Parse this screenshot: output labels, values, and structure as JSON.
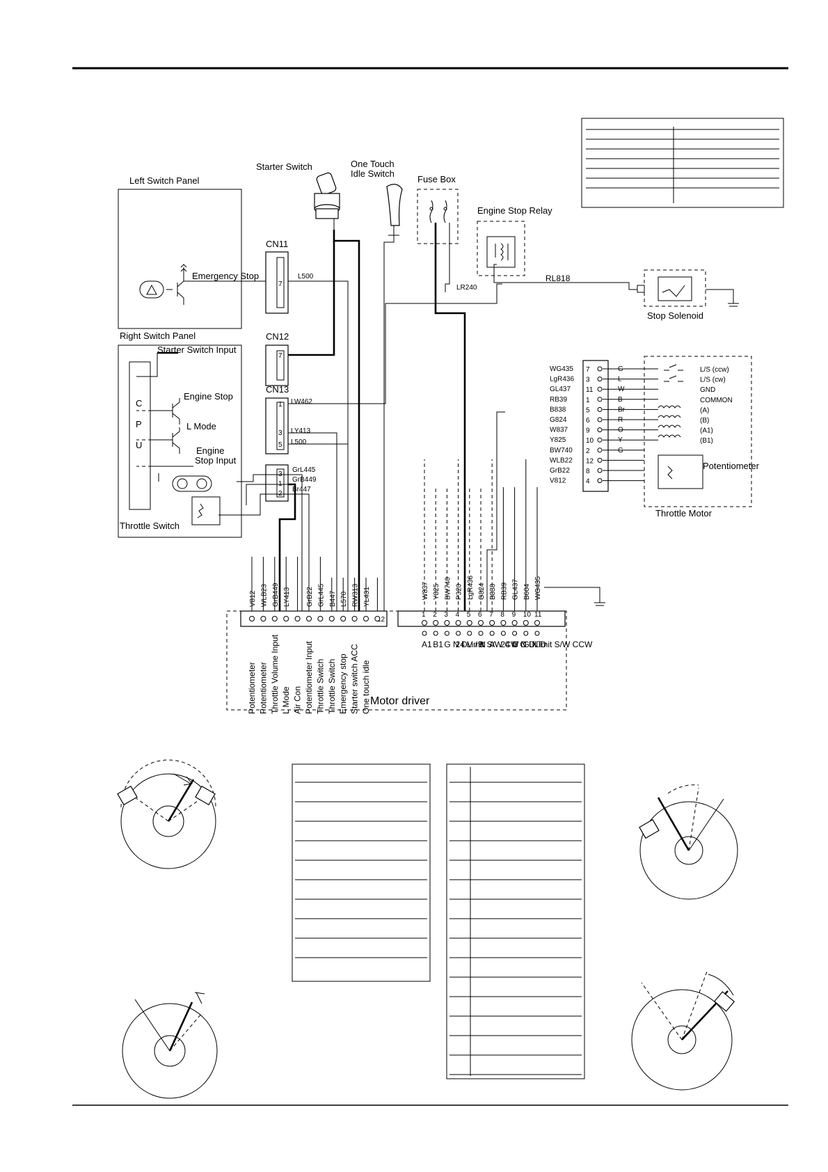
{
  "components": {
    "left_switch_panel": "Left Switch Panel",
    "right_switch_panel": "Right Switch Panel",
    "starter_switch": "Starter Switch",
    "one_touch_idle_switch": [
      "One Touch",
      "Idle Switch"
    ],
    "fuse_box": "Fuse Box",
    "engine_stop_relay": "Engine Stop Relay",
    "stop_solenoid": "Stop Solenoid",
    "throttle_motor": "Throttle Motor",
    "potentiometer": "Potentiometer",
    "throttle_switch": "Throttle Switch",
    "motor_driver": "Motor driver",
    "cpu": [
      "C",
      "P",
      "U"
    ]
  },
  "connectors": {
    "cn11": "CN11",
    "cn12": "CN12",
    "cn13": "CN13"
  },
  "signals": {
    "emergency_stop": "Emergency Stop",
    "starter_switch_input": "Starter Switch Input",
    "engine_stop": "Engine Stop",
    "l_mode": "L Mode",
    "engine_stop_input": [
      "Engine",
      "Stop Input"
    ]
  },
  "wires": {
    "l500": "L500",
    "lw462": "LW462",
    "ly413": "LY413",
    "l500b": "L500",
    "grl445": "GrL445",
    "grb449": "GrB449",
    "br447": "Br447",
    "lr240": "LR240",
    "rl818": "RL818"
  },
  "cn_pins": {
    "cn11": "7",
    "cn12": "7",
    "cn13_a": "1",
    "cn13_b": "3",
    "cn13_c": "5",
    "sw_a": "3",
    "sw_b": "1",
    "sw_c": "2"
  },
  "throttle_motor_connector": [
    {
      "wire": "WG435",
      "pin": "7",
      "color": "G",
      "desc": "L/S (ccw)"
    },
    {
      "wire": "LgR436",
      "pin": "3",
      "color": "L",
      "desc": "L/S (cw)"
    },
    {
      "wire": "GL437",
      "pin": "11",
      "color": "W",
      "desc": "GND"
    },
    {
      "wire": "RB39",
      "pin": "1",
      "color": "B",
      "desc": "COMMON"
    },
    {
      "wire": "B838",
      "pin": "5",
      "color": "Br",
      "desc": "(A)"
    },
    {
      "wire": "G824",
      "pin": "6",
      "color": "R",
      "desc": "(B)"
    },
    {
      "wire": "W837",
      "pin": "9",
      "color": "O",
      "desc": "(A1)"
    },
    {
      "wire": "Y825",
      "pin": "10",
      "color": "Y",
      "desc": "(B1)"
    },
    {
      "wire": "BW740",
      "pin": "2",
      "color": "G",
      "desc": ""
    },
    {
      "wire": "WLB22",
      "pin": "12",
      "color": "",
      "desc": ""
    },
    {
      "wire": "GrB22",
      "pin": "8",
      "color": "",
      "desc": ""
    },
    {
      "wire": "V812",
      "pin": "4",
      "color": "",
      "desc": ""
    }
  ],
  "driver_left": {
    "wires": [
      "V812",
      "WLB23",
      "GrB449",
      "LY413",
      "",
      "GrB22",
      "GrL445",
      "B447",
      "L570",
      "RW313",
      "YL431",
      ""
    ],
    "pin_end": "12",
    "labels": [
      "Potentiometer",
      "Potentiometer",
      "Throttle Volume Input",
      "L Mode",
      "Air Con",
      "Potentiometer Input",
      "Throttle Switch",
      "Throttle Switch",
      "Emergency stop",
      "Starter switch ACC",
      "One touch idle"
    ]
  },
  "driver_right": {
    "wires": [
      "W837",
      "Y825",
      "BW740",
      "P320",
      "LgR436",
      "G824",
      "B838",
      "RB39",
      "GL437",
      "B604",
      "WG435"
    ],
    "pins": [
      "1",
      "2",
      "3",
      "4",
      "5",
      "6",
      "7",
      "8",
      "9",
      "10",
      "11"
    ],
    "labels": [
      "A1",
      "B1",
      "G N D",
      "24 V / N",
      "Limit S/W CW",
      "B",
      "A",
      "24 V O U T",
      "G N D",
      "G N D",
      "Limit S/W CCW"
    ]
  }
}
